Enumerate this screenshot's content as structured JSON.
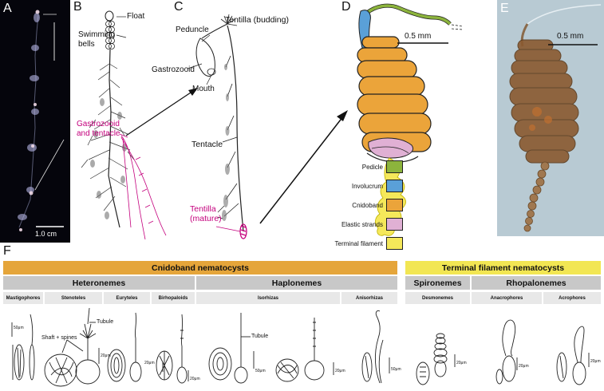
{
  "panels": {
    "A": "A",
    "B": "B",
    "C": "C",
    "D": "D",
    "E": "E",
    "F": "F"
  },
  "panel_a": {
    "scale": "1.0 cm"
  },
  "panel_b": {
    "float": "Float",
    "swimming_bells": "Swimming bells",
    "gastrozooid_tentacle_line1": "Gastrozooid",
    "gastrozooid_tentacle_line2": "and tentacle"
  },
  "panel_c": {
    "peduncle": "Peduncle",
    "tentilla_budding": "Tentilla (budding)",
    "gastrozooid": "Gastrozooid",
    "mouth": "Mouth",
    "tentacle": "Tentacle",
    "tentilla_mature_line1": "Tentilla",
    "tentilla_mature_line2": "(mature)"
  },
  "panel_d": {
    "scale": "0.5 mm"
  },
  "panel_e": {
    "scale": "0.5 mm"
  },
  "legend": [
    {
      "label": "Pedicle",
      "color": "#8cb43c"
    },
    {
      "label": "Involucrum",
      "color": "#5aa0d8"
    },
    {
      "label": "Cnidoband",
      "color": "#eba43a"
    },
    {
      "label": "Elastic strands",
      "color": "#e0b0d4"
    },
    {
      "label": "Terminal filament",
      "color": "#f5e85a"
    }
  ],
  "colors": {
    "cnidoband_header": "#e5a53a",
    "terminal_header": "#f2e653",
    "subheader": "#c8c8c8",
    "magenta": "#c4007d"
  },
  "panel_f": {
    "cnidoband_header": "Cnidoband nematocysts",
    "terminal_header": "Terminal filament nematocysts",
    "heteronemes": "Heteronemes",
    "haplonemes": "Haplonemes",
    "spironemes": "Spironemes",
    "rhopalonemes": "Rhopalonemes",
    "types": [
      "Mastigophores",
      "Stenoteles",
      "Euryteles",
      "Birhopaloids",
      "Isorhizas",
      "Anisorhizas",
      "Desmonemes",
      "Anacrophores",
      "Acrophores"
    ],
    "annotations": {
      "tubule_1": "Tubule",
      "shaft_spines": "Shaft + spines",
      "tubule_2": "Tubule"
    },
    "scales": {
      "s1": "50μm",
      "s2": "20μm",
      "s3": "20μm",
      "s4": "20μm",
      "s5": "50μm",
      "s6": "20μm",
      "s7": "50μm",
      "s8": "20μm",
      "s9": "20μm",
      "s10": "20μm"
    }
  }
}
